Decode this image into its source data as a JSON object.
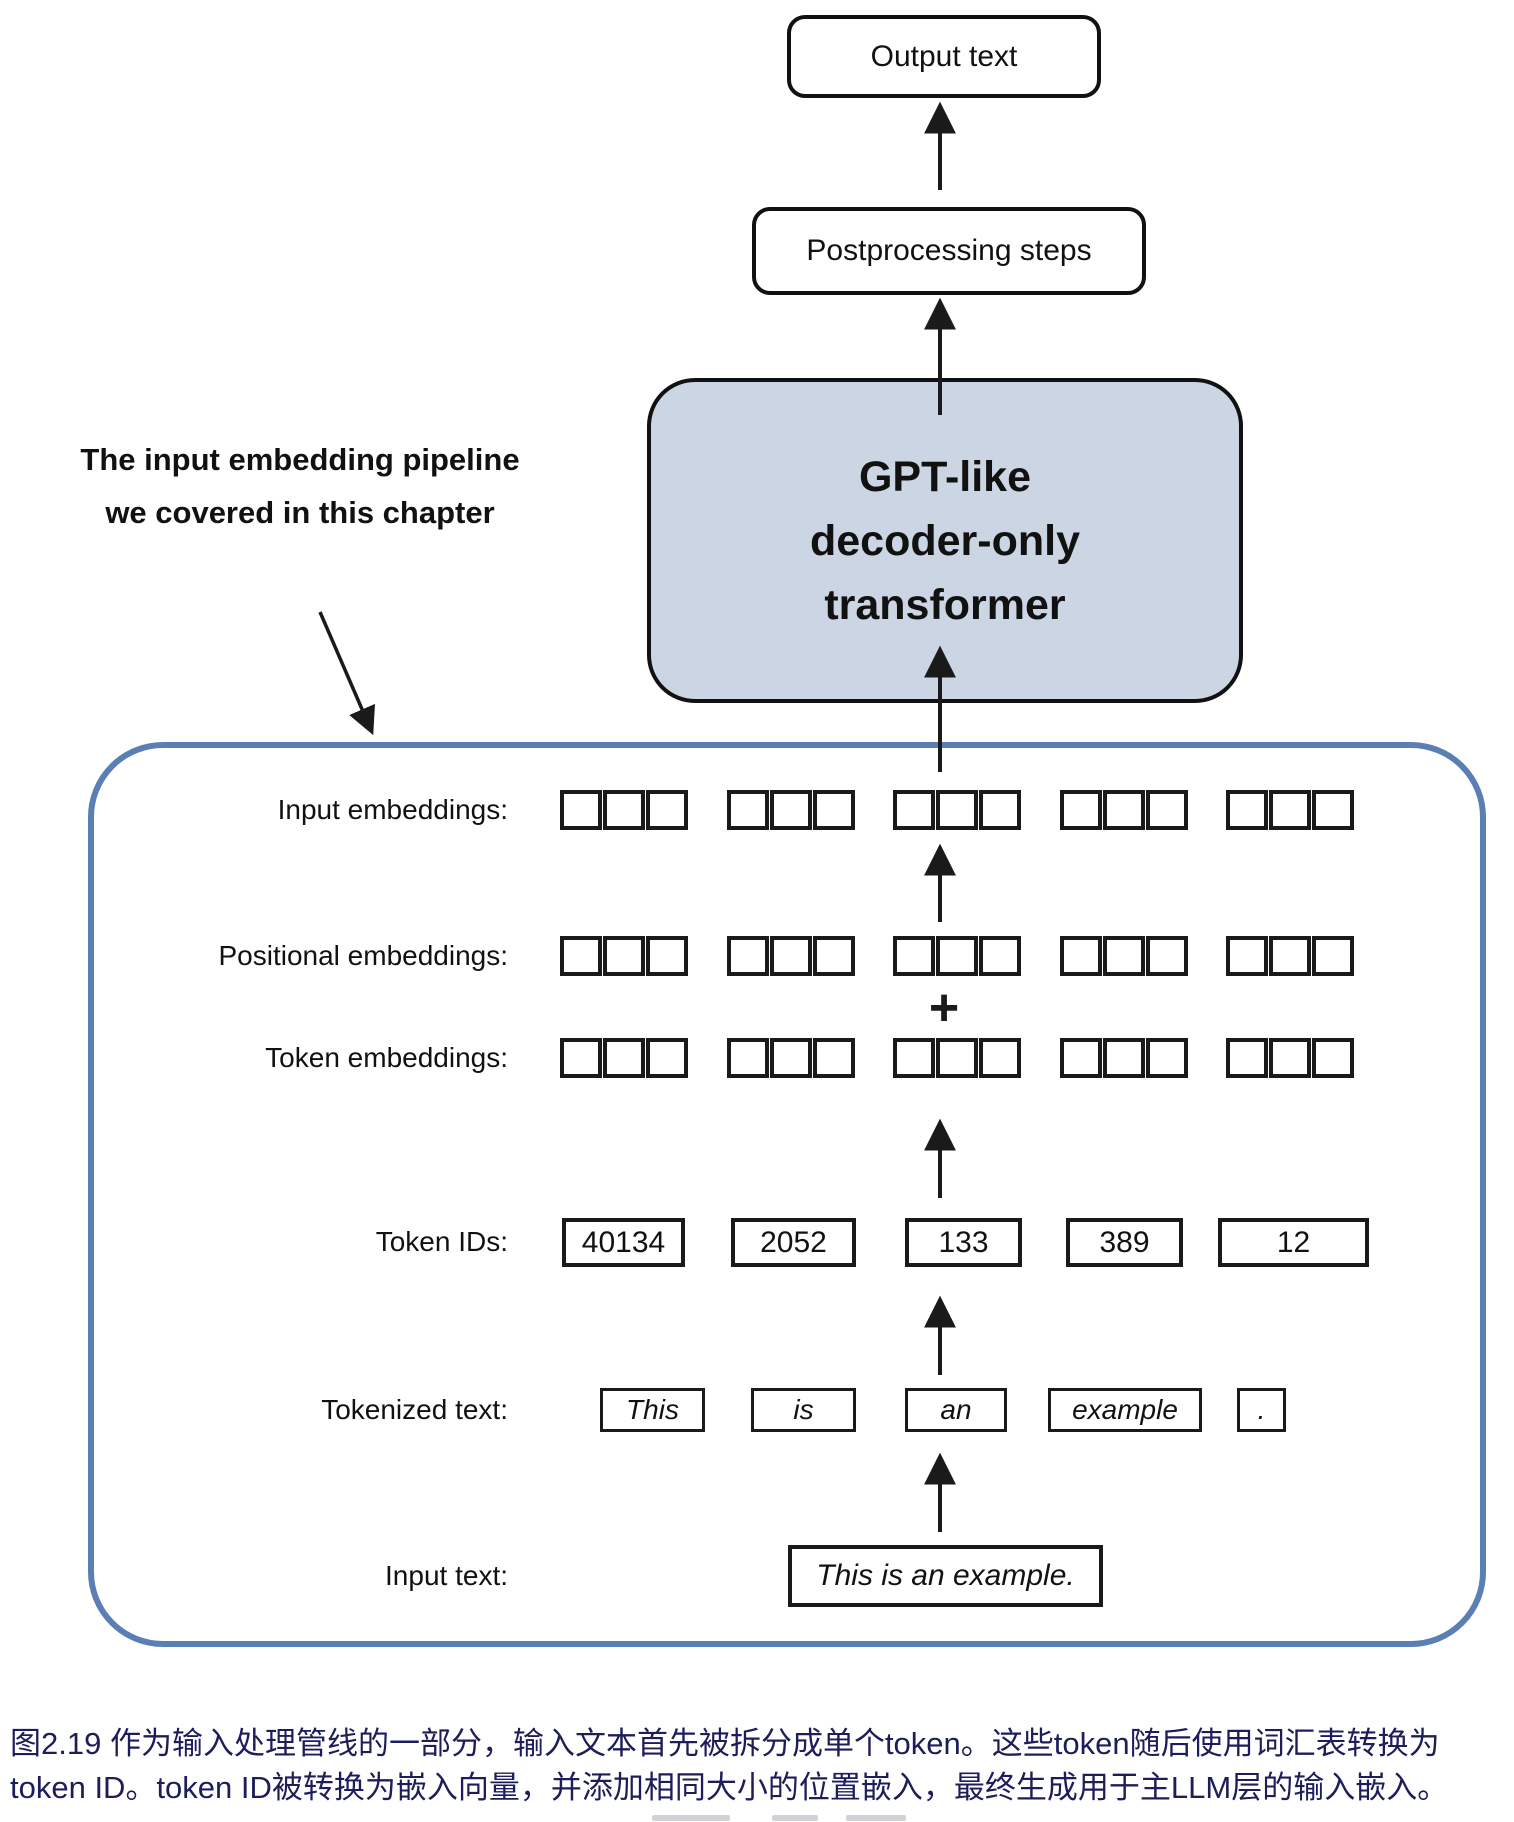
{
  "top_flow": {
    "output_text_label": "Output text",
    "postprocessing_label": "Postprocessing steps",
    "transformer_box": {
      "line1": "GPT-like",
      "line2": "decoder-only",
      "line3": "transformer"
    }
  },
  "annotation": {
    "line1": "The input embedding pipeline",
    "line2": "we covered in this chapter"
  },
  "pipeline": {
    "input_embeddings_label": "Input embeddings:",
    "positional_embeddings_label": "Positional embeddings:",
    "token_embeddings_label": "Token embeddings:",
    "token_ids_label": "Token IDs:",
    "tokenized_text_label": "Tokenized text:",
    "input_text_label": "Input text:",
    "plus_sign": "+",
    "token_ids": [
      "40134",
      "2052",
      "133",
      "389",
      "12"
    ],
    "tokens": [
      "This",
      "is",
      "an",
      "example",
      "."
    ],
    "input_text": "This is an example.",
    "vector_groups_per_row": 5,
    "squares_per_group": 3
  },
  "caption": {
    "line1": "图2.19 作为输入处理管线的一部分，输入文本首先被拆分成单个token。这些token随后使用词汇表转换为",
    "line2": "token ID。token ID被转换为嵌入向量，并添加相同大小的位置嵌入，最终生成用于主LLM层的输入嵌入。"
  },
  "colors": {
    "transformer_fill": "#ccd5e4",
    "container_border": "#5b7fb5",
    "caption_text": "#1d1d5c",
    "line_color": "#1a1a1a"
  }
}
